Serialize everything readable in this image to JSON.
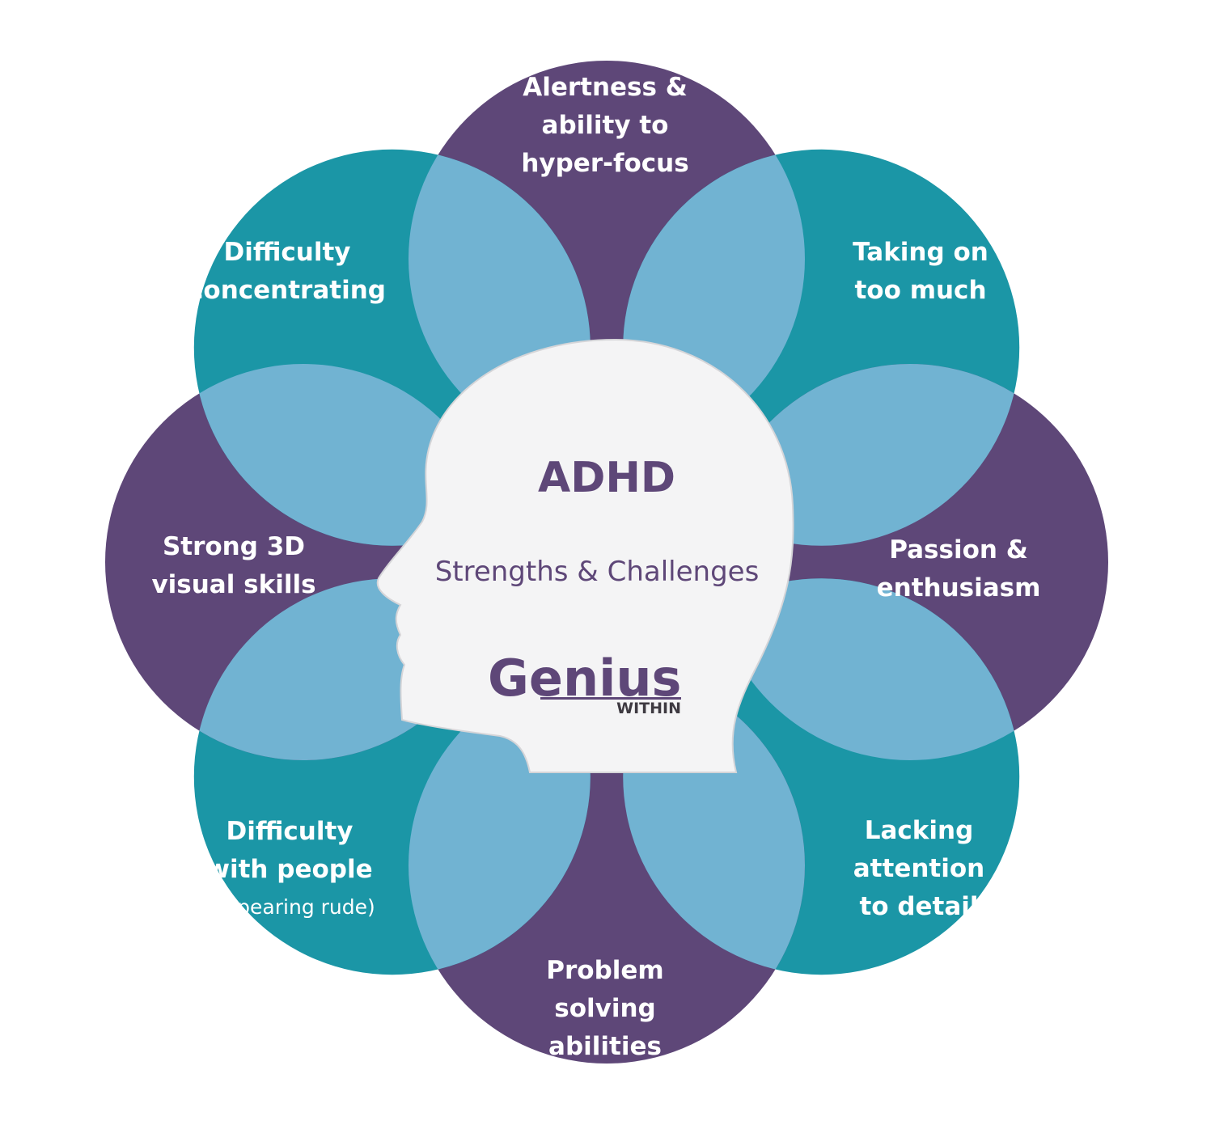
{
  "colors": {
    "teal": "#1B96A6",
    "purple": "#5E4778",
    "overlap": "#71B3D2",
    "head_fill": "#F4F4F5",
    "head_stroke": "#D5D5D8",
    "brand": "#5E4778",
    "logo_dark": "#3E3A41"
  },
  "center": {
    "title": "ADHD",
    "subtitle": "Strengths & Challenges",
    "logo_word": "Genius",
    "logo_sub": "WITHIN"
  },
  "petals": [
    {
      "id": "top",
      "tone": "purple",
      "lines": [
        "Alertness &",
        "ability to",
        "hyper-focus"
      ],
      "note": ""
    },
    {
      "id": "top-right",
      "tone": "teal",
      "lines": [
        "Taking on",
        "too much"
      ],
      "note": ""
    },
    {
      "id": "right",
      "tone": "purple",
      "lines": [
        "Passion &",
        "enthusiasm"
      ],
      "note": ""
    },
    {
      "id": "bottom-right",
      "tone": "teal",
      "lines": [
        "Lacking",
        "attention",
        "to detail"
      ],
      "note": ""
    },
    {
      "id": "bottom",
      "tone": "purple",
      "lines": [
        "Problem",
        "solving",
        "abilities"
      ],
      "note": ""
    },
    {
      "id": "bottom-left",
      "tone": "teal",
      "lines": [
        "Difficulty",
        "with people"
      ],
      "note": "(appearing rude)"
    },
    {
      "id": "left",
      "tone": "purple",
      "lines": [
        "Strong 3D",
        "visual skills"
      ],
      "note": ""
    },
    {
      "id": "top-left",
      "tone": "teal",
      "lines": [
        "Difficulty",
        "concentrating"
      ],
      "note": ""
    }
  ]
}
